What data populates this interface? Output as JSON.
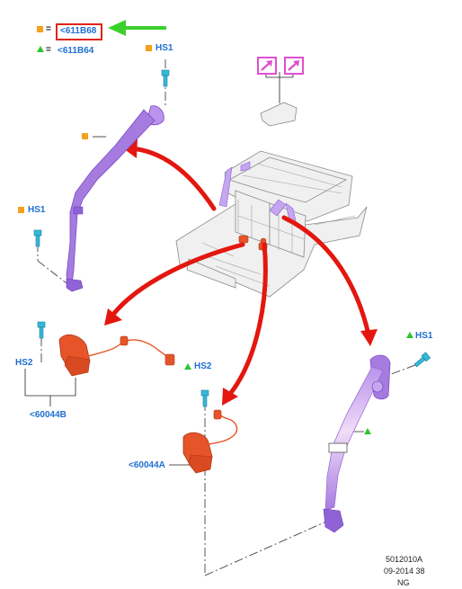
{
  "legend": {
    "equals": "=",
    "ref_orange": "<611B68",
    "ref_green": "<611B64"
  },
  "labels": {
    "hs1_top": "HS1",
    "hs1_left": "HS1",
    "hs1_right": "HS1",
    "hs2_left": "HS2",
    "hs2_center": "HS2",
    "part_b": "<60044B",
    "part_a": "<60044A"
  },
  "footer": {
    "line1": "5012010A",
    "line2": "09-2014 38",
    "line3": "NG"
  },
  "icons": [
    "tool-arrow-icon",
    "tool-arrow-icon"
  ],
  "colors": {
    "belt": "#a57be0",
    "retractor": "#e8542a",
    "arrow": "#e3170f",
    "callout_text": "#1f6fd1",
    "highlight_box": "#e1251b",
    "pointer_arrow": "#3cd02a",
    "tool_icon": "#e04fd0",
    "bolt": "#35b8d8"
  }
}
